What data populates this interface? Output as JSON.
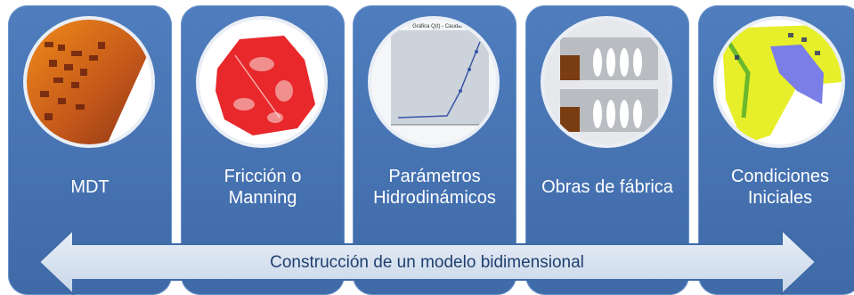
{
  "cards": [
    {
      "label_line1": "MDT",
      "label_line2": "",
      "thumbnail_icon": "elevation-model-map-icon"
    },
    {
      "label_line1": "Fricción o",
      "label_line2": "Manning",
      "thumbnail_icon": "friction-map-icon"
    },
    {
      "label_line1": "Parámetros",
      "label_line2": "Hidrodinámicos",
      "thumbnail_icon": "discharge-chart-icon",
      "chart_title": "Gráfica Q(t) - Caudal"
    },
    {
      "label_line1": "Obras de fábrica",
      "label_line2": "",
      "thumbnail_icon": "culvert-profile-icon"
    },
    {
      "label_line1": "Condiciones",
      "label_line2": "Iniciales",
      "thumbnail_icon": "initial-conditions-map-icon"
    }
  ],
  "banner": {
    "text": "Construcción de un modelo bidimensional"
  },
  "colors": {
    "card": "#4a78b8",
    "arrow_fill": "#d6e2f0",
    "arrow_text": "#1f3f70"
  }
}
